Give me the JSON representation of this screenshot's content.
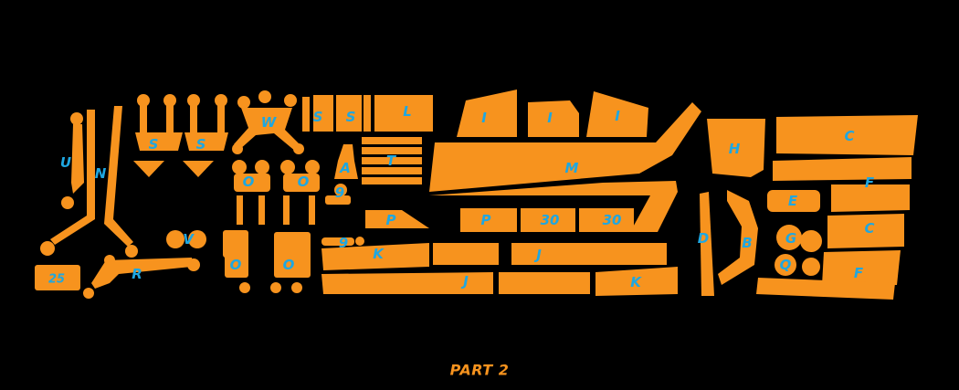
{
  "colors": {
    "background": "#000000",
    "piece": "#F7931E",
    "label": "#1EA7E1"
  },
  "footer": {
    "text": "PART 2"
  },
  "labels": {
    "U": "U",
    "N": "N",
    "S": "S",
    "W": "W",
    "O": "O",
    "V": "V",
    "R": "R",
    "n25": "25",
    "A": "A",
    "T": "T",
    "n9": "9",
    "P": "P",
    "L": "L",
    "I": "I",
    "M": "M",
    "n30": "30",
    "K": "K",
    "J": "J",
    "H": "H",
    "D": "D",
    "B": "B",
    "G": "G",
    "Q": "Q",
    "E": "E",
    "C": "C",
    "F": "F"
  }
}
